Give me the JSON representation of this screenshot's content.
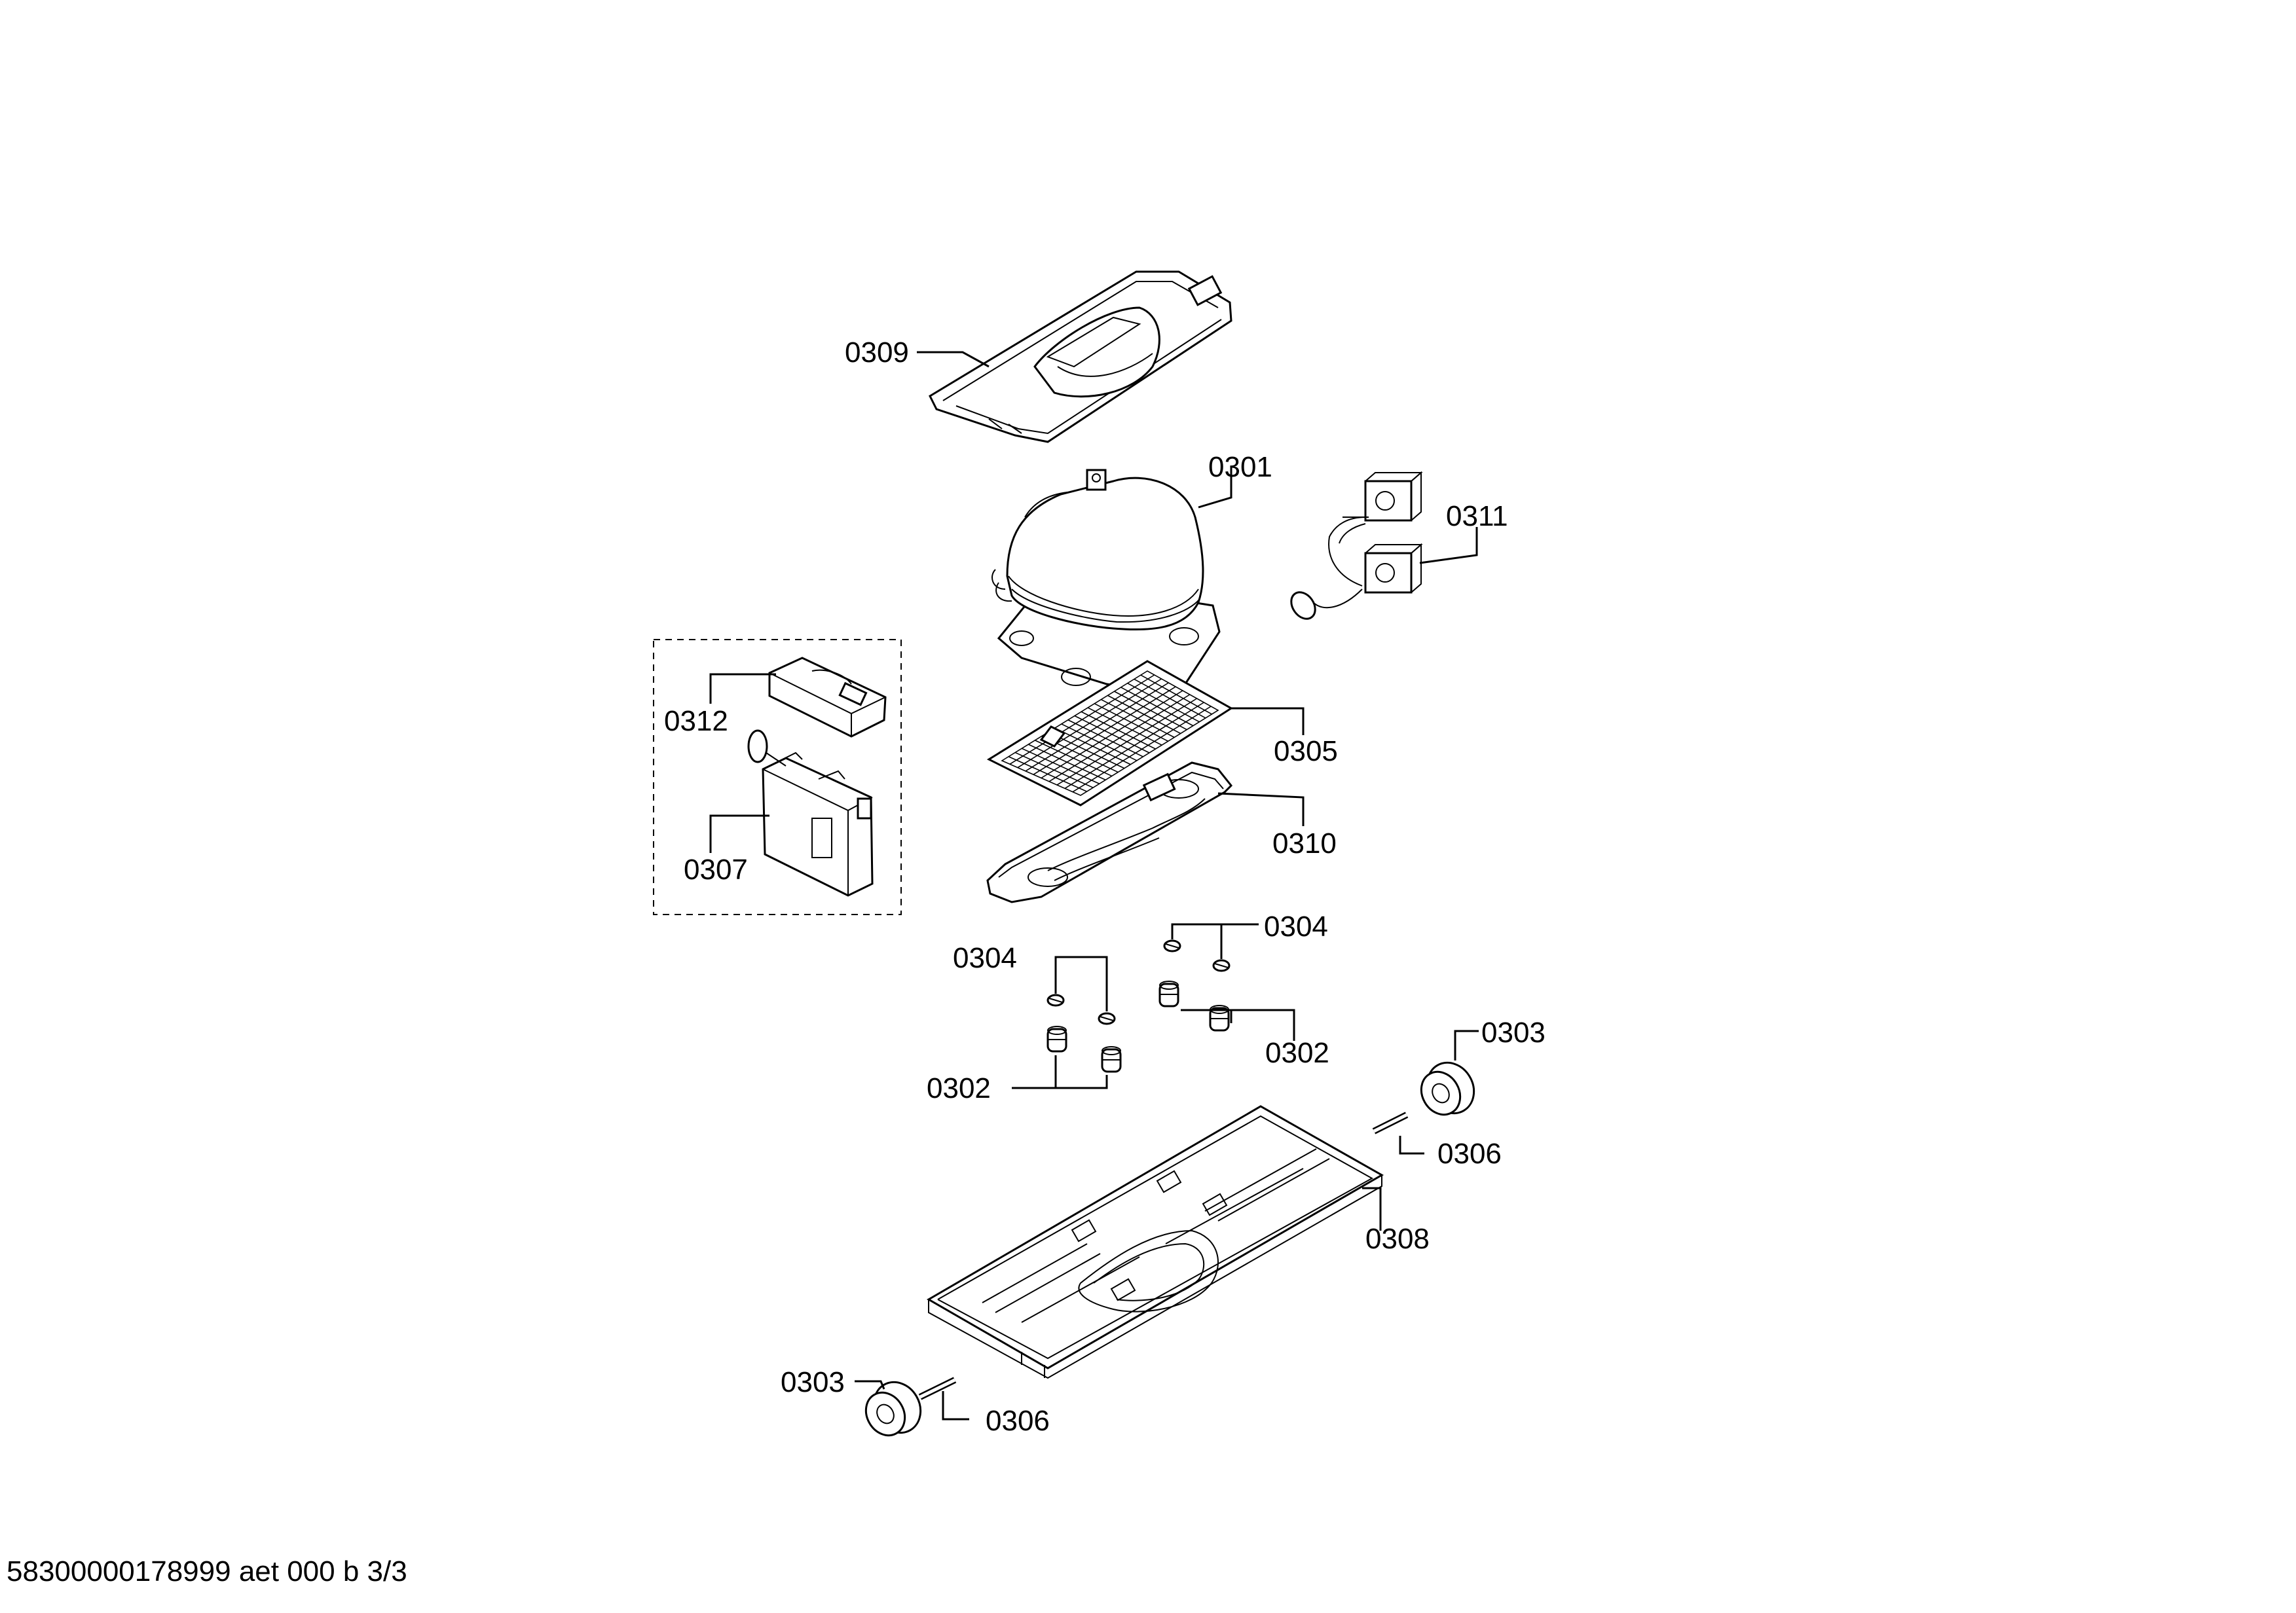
{
  "diagram": {
    "callouts": [
      {
        "id": "c0309",
        "label": "0309"
      },
      {
        "id": "c0301",
        "label": "0301"
      },
      {
        "id": "c0311",
        "label": "0311"
      },
      {
        "id": "c0312",
        "label": "0312"
      },
      {
        "id": "c0305",
        "label": "0305"
      },
      {
        "id": "c0310",
        "label": "0310"
      },
      {
        "id": "c0307",
        "label": "0307"
      },
      {
        "id": "c0304a",
        "label": "0304"
      },
      {
        "id": "c0304b",
        "label": "0304"
      },
      {
        "id": "c0302a",
        "label": "0302"
      },
      {
        "id": "c0302b",
        "label": "0302"
      },
      {
        "id": "c0303a",
        "label": "0303"
      },
      {
        "id": "c0306a",
        "label": "0306"
      },
      {
        "id": "c0308",
        "label": "0308"
      },
      {
        "id": "c0303b",
        "label": "0303"
      },
      {
        "id": "c0306b",
        "label": "0306"
      }
    ]
  },
  "footer": {
    "text": "58300000178999 aet 000 b 3/3"
  }
}
